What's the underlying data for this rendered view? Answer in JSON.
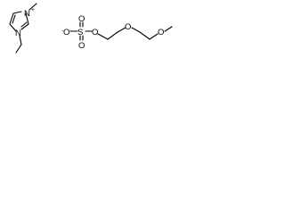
{
  "structure": {
    "cation_nitrogen_charged": "N",
    "cation_charge": "+",
    "cation_nitrogen_neutral": "N",
    "anion_oxygen_charged": "O",
    "anion_charge": "-",
    "sulfur": "S",
    "oxygen_sulfonyl_top": "O",
    "oxygen_sulfonyl_bottom": "O",
    "oxygen_ester": "O",
    "oxygen_ether_1": "O",
    "oxygen_ether_2": "O"
  }
}
